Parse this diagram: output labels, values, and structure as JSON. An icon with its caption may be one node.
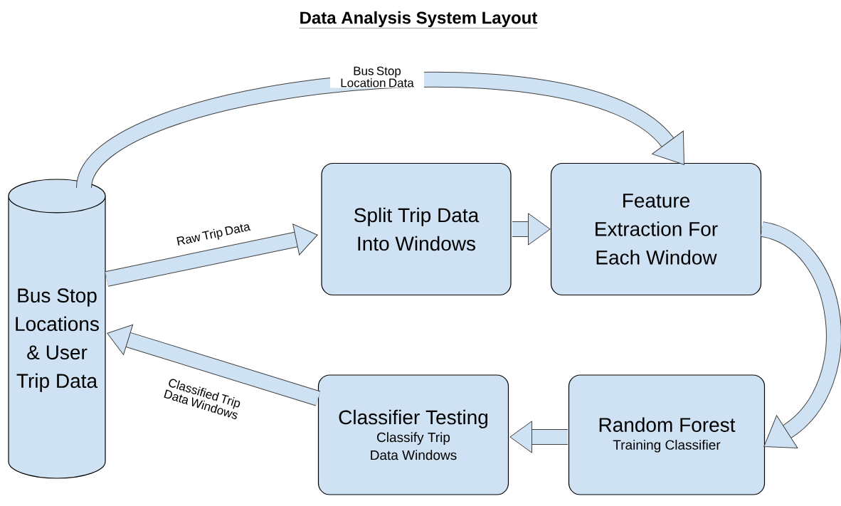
{
  "diagram": {
    "title": "Data Analysis System Layout",
    "nodes": [
      {
        "text": [
          "Bus Stop Locations & User Trip Data"
        ]
      },
      {
        "text": [
          "Split Trip Data Into Windows"
        ]
      },
      {
        "text": [
          "Feature Extraction For Each Window"
        ]
      },
      {
        "text": [
          "Random Forest",
          "Training Classifier"
        ]
      },
      {
        "text": [
          "Classifier Testing",
          "Classify Trip Data Windows"
        ]
      }
    ],
    "edges": [
      {
        "from": 0,
        "to": 2,
        "arrow": "to",
        "label": "Bus Stop Location Data"
      },
      {
        "from": 0,
        "to": 1,
        "arrow": "to",
        "label": "Raw Trip Data"
      },
      {
        "from": 1,
        "to": 2,
        "arrow": "to"
      },
      {
        "from": 2,
        "to": 3,
        "arrow": "to"
      },
      {
        "from": 3,
        "to": 4,
        "arrow": "to"
      },
      {
        "from": 4,
        "to": 0,
        "arrow": "to",
        "label": "Classified Trip Data Windows"
      }
    ]
  }
}
